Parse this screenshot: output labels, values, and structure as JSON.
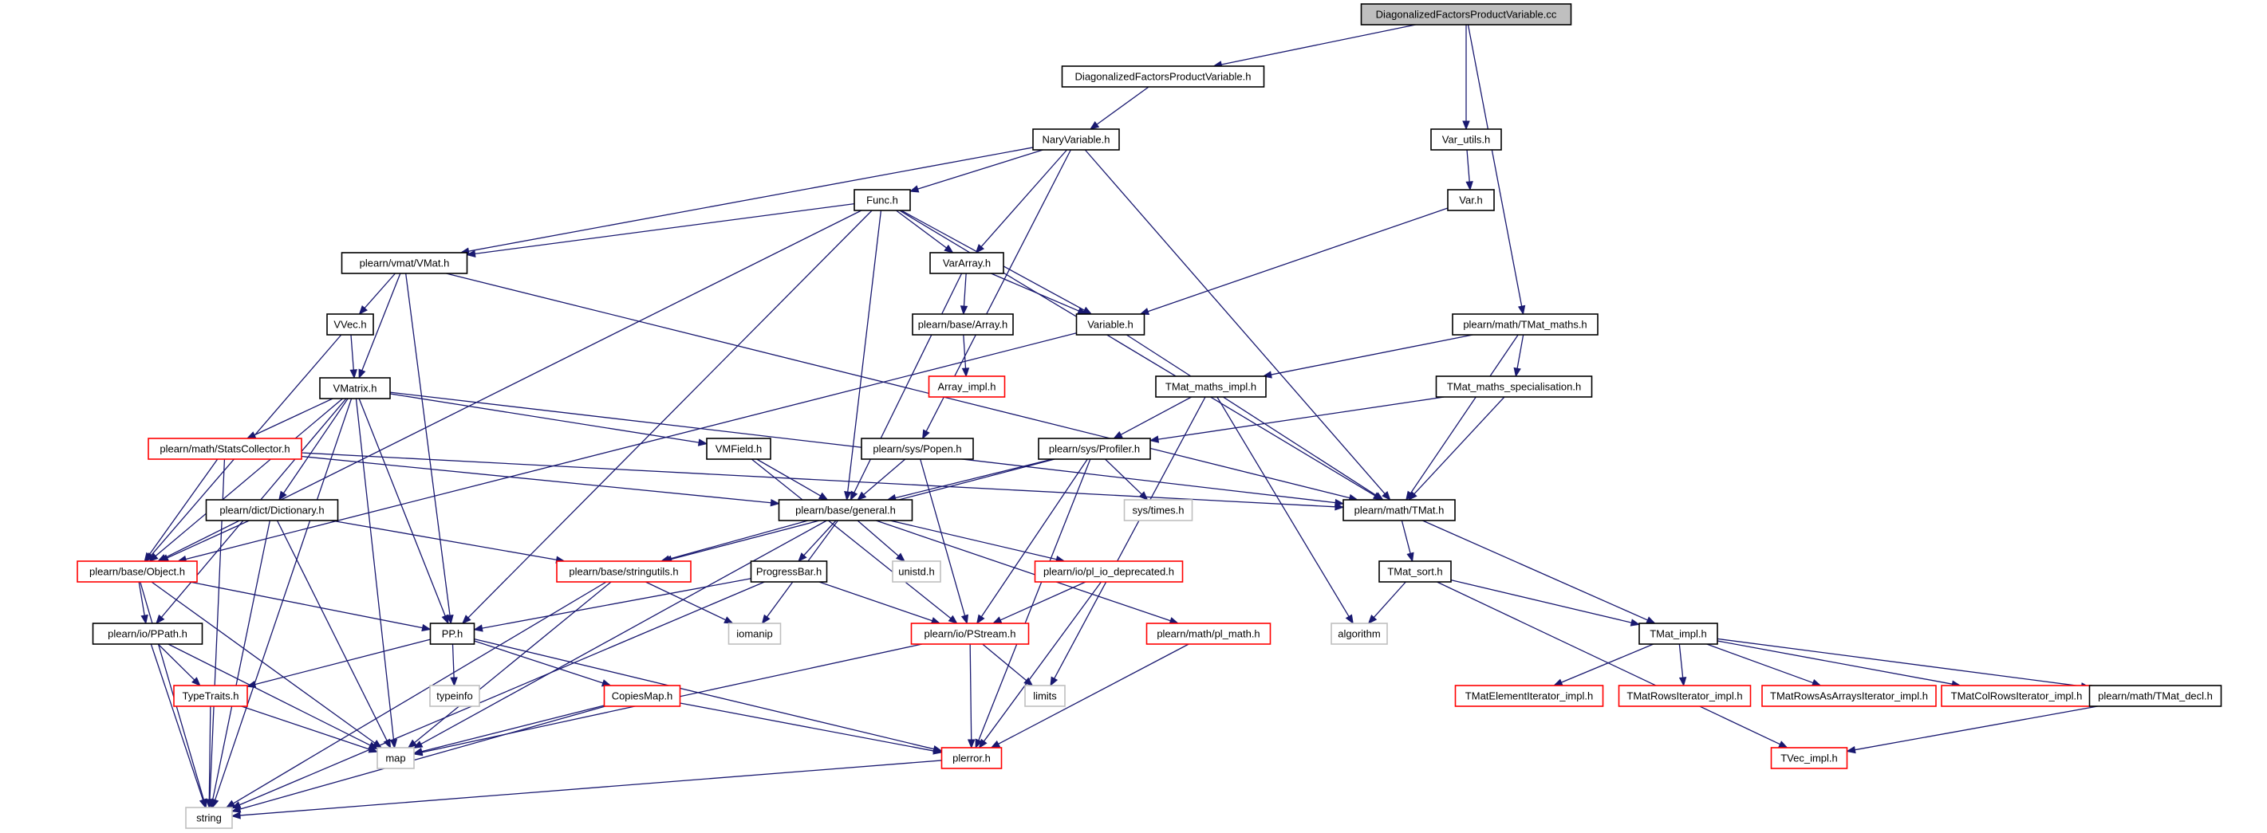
{
  "graph": {
    "colors": {
      "edge": "#191970",
      "root_fill": "#bfbfbf",
      "red_border": "#ff0000",
      "gray_border": "#bfbfbf"
    },
    "nodes": [
      {
        "id": "root",
        "label": "DiagonalizedFactorsProductVariable.cc",
        "style": "root"
      },
      {
        "id": "dfpv_h",
        "label": "DiagonalizedFactorsProductVariable.h",
        "style": "normal"
      },
      {
        "id": "nary",
        "label": "NaryVariable.h",
        "style": "normal"
      },
      {
        "id": "func",
        "label": "Func.h",
        "style": "normal"
      },
      {
        "id": "vmat",
        "label": "plearn/vmat/VMat.h",
        "style": "normal"
      },
      {
        "id": "vararray",
        "label": "VarArray.h",
        "style": "normal"
      },
      {
        "id": "variable",
        "label": "Variable.h",
        "style": "normal"
      },
      {
        "id": "var_utils",
        "label": "Var_utils.h",
        "style": "normal"
      },
      {
        "id": "var_h",
        "label": "Var.h",
        "style": "normal"
      },
      {
        "id": "tmat_maths",
        "label": "plearn/math/TMat_maths.h",
        "style": "normal"
      },
      {
        "id": "vvec",
        "label": "VVec.h",
        "style": "normal"
      },
      {
        "id": "vmatrix",
        "label": "VMatrix.h",
        "style": "normal"
      },
      {
        "id": "base_array",
        "label": "plearn/base/Array.h",
        "style": "normal"
      },
      {
        "id": "array_impl",
        "label": "Array_impl.h",
        "style": "red"
      },
      {
        "id": "tmat_maths_impl",
        "label": "TMat_maths_impl.h",
        "style": "normal"
      },
      {
        "id": "tmat_maths_spec",
        "label": "TMat_maths_specialisation.h",
        "style": "normal"
      },
      {
        "id": "statscollector",
        "label": "plearn/math/StatsCollector.h",
        "style": "red"
      },
      {
        "id": "vmfield",
        "label": "VMField.h",
        "style": "normal"
      },
      {
        "id": "popen",
        "label": "plearn/sys/Popen.h",
        "style": "normal"
      },
      {
        "id": "profiler",
        "label": "plearn/sys/Profiler.h",
        "style": "normal"
      },
      {
        "id": "tmat",
        "label": "plearn/math/TMat.h",
        "style": "normal"
      },
      {
        "id": "dictionary",
        "label": "plearn/dict/Dictionary.h",
        "style": "normal"
      },
      {
        "id": "general",
        "label": "plearn/base/general.h",
        "style": "normal"
      },
      {
        "id": "systimes",
        "label": "sys/times.h",
        "style": "gray"
      },
      {
        "id": "object",
        "label": "plearn/base/Object.h",
        "style": "red"
      },
      {
        "id": "stringutils",
        "label": "plearn/base/stringutils.h",
        "style": "red"
      },
      {
        "id": "progressbar",
        "label": "ProgressBar.h",
        "style": "normal"
      },
      {
        "id": "unistd",
        "label": "unistd.h",
        "style": "gray"
      },
      {
        "id": "pl_io_dep",
        "label": "plearn/io/pl_io_deprecated.h",
        "style": "red"
      },
      {
        "id": "tmat_sort",
        "label": "TMat_sort.h",
        "style": "normal"
      },
      {
        "id": "ppath",
        "label": "plearn/io/PPath.h",
        "style": "normal"
      },
      {
        "id": "pp",
        "label": "PP.h",
        "style": "normal"
      },
      {
        "id": "iomanip",
        "label": "iomanip",
        "style": "gray"
      },
      {
        "id": "pstream",
        "label": "plearn/io/PStream.h",
        "style": "red"
      },
      {
        "id": "pl_math",
        "label": "plearn/math/pl_math.h",
        "style": "red"
      },
      {
        "id": "algorithm",
        "label": "algorithm",
        "style": "gray"
      },
      {
        "id": "tmat_impl",
        "label": "TMat_impl.h",
        "style": "normal"
      },
      {
        "id": "typeinfo",
        "label": "typeinfo",
        "style": "gray"
      },
      {
        "id": "limits",
        "label": "limits",
        "style": "gray"
      },
      {
        "id": "typetraits",
        "label": "TypeTraits.h",
        "style": "red"
      },
      {
        "id": "copiesmap",
        "label": "CopiesMap.h",
        "style": "red"
      },
      {
        "id": "tmat_elem_it",
        "label": "TMatElementIterator_impl.h",
        "style": "red"
      },
      {
        "id": "tmat_rows_it",
        "label": "TMatRowsIterator_impl.h",
        "style": "red"
      },
      {
        "id": "tmat_rowsarr_it",
        "label": "TMatRowsAsArraysIterator_impl.h",
        "style": "red"
      },
      {
        "id": "tmat_colrows_it",
        "label": "TMatColRowsIterator_impl.h",
        "style": "red"
      },
      {
        "id": "tmat_decl",
        "label": "plearn/math/TMat_decl.h",
        "style": "normal"
      },
      {
        "id": "map",
        "label": "map",
        "style": "gray"
      },
      {
        "id": "plerror",
        "label": "plerror.h",
        "style": "red"
      },
      {
        "id": "tvec_impl",
        "label": "TVec_impl.h",
        "style": "red"
      },
      {
        "id": "string",
        "label": "string",
        "style": "gray"
      }
    ],
    "edges": [
      [
        "root",
        "dfpv_h"
      ],
      [
        "root",
        "var_utils"
      ],
      [
        "root",
        "tmat_maths"
      ],
      [
        "dfpv_h",
        "nary"
      ],
      [
        "nary",
        "func"
      ],
      [
        "nary",
        "vmat"
      ],
      [
        "nary",
        "vararray"
      ],
      [
        "nary",
        "popen"
      ],
      [
        "nary",
        "tmat"
      ],
      [
        "func",
        "vmat"
      ],
      [
        "func",
        "vararray"
      ],
      [
        "func",
        "variable"
      ],
      [
        "func",
        "object"
      ],
      [
        "func",
        "pp"
      ],
      [
        "func",
        "general"
      ],
      [
        "func",
        "tmat"
      ],
      [
        "var_utils",
        "var_h"
      ],
      [
        "var_h",
        "variable"
      ],
      [
        "vmat",
        "vvec"
      ],
      [
        "vmat",
        "vmatrix"
      ],
      [
        "vmat",
        "pp"
      ],
      [
        "vmat",
        "tmat"
      ],
      [
        "vararray",
        "base_array"
      ],
      [
        "vararray",
        "variable"
      ],
      [
        "vararray",
        "general"
      ],
      [
        "variable",
        "object"
      ],
      [
        "variable",
        "tmat"
      ],
      [
        "base_array",
        "array_impl"
      ],
      [
        "tmat_maths",
        "tmat_maths_impl"
      ],
      [
        "tmat_maths",
        "tmat_maths_spec"
      ],
      [
        "tmat_maths",
        "tmat"
      ],
      [
        "vvec",
        "vmatrix"
      ],
      [
        "vvec",
        "object"
      ],
      [
        "vmatrix",
        "statscollector"
      ],
      [
        "vmatrix",
        "vmfield"
      ],
      [
        "vmatrix",
        "dictionary"
      ],
      [
        "vmatrix",
        "ppath"
      ],
      [
        "vmatrix",
        "pp"
      ],
      [
        "vmatrix",
        "map"
      ],
      [
        "vmatrix",
        "string"
      ],
      [
        "vmatrix",
        "tmat"
      ],
      [
        "vmatrix",
        "object"
      ],
      [
        "tmat_maths_impl",
        "profiler"
      ],
      [
        "tmat_maths_impl",
        "algorithm"
      ],
      [
        "tmat_maths_impl",
        "limits"
      ],
      [
        "tmat_maths_spec",
        "profiler"
      ],
      [
        "tmat_maths_spec",
        "tmat"
      ],
      [
        "statscollector",
        "object"
      ],
      [
        "statscollector",
        "general"
      ],
      [
        "statscollector",
        "tmat"
      ],
      [
        "statscollector",
        "string"
      ],
      [
        "vmfield",
        "general"
      ],
      [
        "vmfield",
        "pstream"
      ],
      [
        "popen",
        "general"
      ],
      [
        "popen",
        "pstream"
      ],
      [
        "profiler",
        "general"
      ],
      [
        "profiler",
        "systimes"
      ],
      [
        "profiler",
        "stringutils"
      ],
      [
        "profiler",
        "pstream"
      ],
      [
        "profiler",
        "plerror"
      ],
      [
        "dictionary",
        "object"
      ],
      [
        "dictionary",
        "stringutils"
      ],
      [
        "dictionary",
        "map"
      ],
      [
        "dictionary",
        "string"
      ],
      [
        "general",
        "stringutils"
      ],
      [
        "general",
        "progressbar"
      ],
      [
        "general",
        "unistd"
      ],
      [
        "general",
        "pl_io_dep"
      ],
      [
        "general",
        "pl_math"
      ],
      [
        "general",
        "iomanip"
      ],
      [
        "general",
        "map"
      ],
      [
        "tmat",
        "tmat_sort"
      ],
      [
        "tmat",
        "tmat_impl"
      ],
      [
        "object",
        "ppath"
      ],
      [
        "object",
        "pp"
      ],
      [
        "object",
        "map"
      ],
      [
        "object",
        "string"
      ],
      [
        "stringutils",
        "iomanip"
      ],
      [
        "stringutils",
        "map"
      ],
      [
        "stringutils",
        "string"
      ],
      [
        "progressbar",
        "pp"
      ],
      [
        "progressbar",
        "pstream"
      ],
      [
        "progressbar",
        "string"
      ],
      [
        "pl_io_dep",
        "pstream"
      ],
      [
        "pl_io_dep",
        "plerror"
      ],
      [
        "tmat_sort",
        "algorithm"
      ],
      [
        "tmat_sort",
        "tmat_impl"
      ],
      [
        "tmat_sort",
        "tvec_impl"
      ],
      [
        "ppath",
        "typetraits"
      ],
      [
        "ppath",
        "map"
      ],
      [
        "ppath",
        "string"
      ],
      [
        "pp",
        "typeinfo"
      ],
      [
        "pp",
        "typetraits"
      ],
      [
        "pp",
        "copiesmap"
      ],
      [
        "pp",
        "plerror"
      ],
      [
        "pstream",
        "limits"
      ],
      [
        "pstream",
        "plerror"
      ],
      [
        "pstream",
        "map"
      ],
      [
        "pl_math",
        "plerror"
      ],
      [
        "tmat_impl",
        "tmat_elem_it"
      ],
      [
        "tmat_impl",
        "tmat_rows_it"
      ],
      [
        "tmat_impl",
        "tmat_rowsarr_it"
      ],
      [
        "tmat_impl",
        "tmat_colrows_it"
      ],
      [
        "tmat_impl",
        "tmat_decl"
      ],
      [
        "typetraits",
        "map"
      ],
      [
        "typetraits",
        "string"
      ],
      [
        "copiesmap",
        "map"
      ],
      [
        "copiesmap",
        "plerror"
      ],
      [
        "copiesmap",
        "string"
      ],
      [
        "tmat_decl",
        "tvec_impl"
      ],
      [
        "plerror",
        "string"
      ]
    ]
  }
}
